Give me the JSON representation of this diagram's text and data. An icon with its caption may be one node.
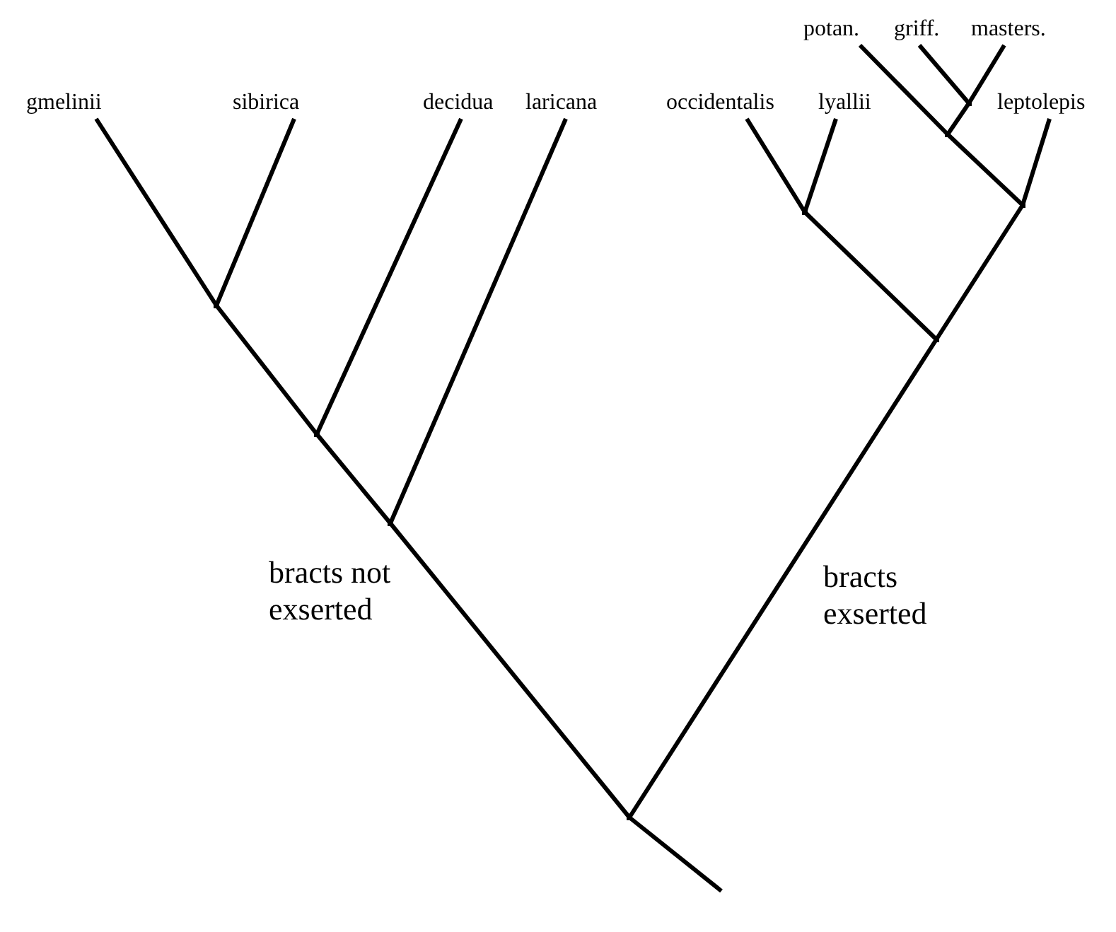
{
  "diagram": {
    "nodes": [
      {
        "text": [
          "potan."
        ]
      },
      {
        "text": [
          "griff."
        ]
      },
      {
        "text": [
          "masters."
        ]
      },
      {
        "text": [
          "gmelinii"
        ]
      },
      {
        "text": [
          "sibirica"
        ]
      },
      {
        "text": [
          "decidua"
        ]
      },
      {
        "text": [
          "laricana"
        ]
      },
      {
        "text": [
          "occidentalis"
        ]
      },
      {
        "text": [
          "lyallii"
        ]
      },
      {
        "text": [
          "leptolepis"
        ]
      },
      {
        "text": [],
        "shape": "point"
      },
      {
        "text": [],
        "shape": "point"
      },
      {
        "text": [],
        "shape": "point"
      },
      {
        "text": [],
        "shape": "point"
      },
      {
        "text": [],
        "shape": "point"
      },
      {
        "text": [],
        "shape": "point"
      },
      {
        "text": [],
        "shape": "point"
      },
      {
        "text": [],
        "shape": "point"
      },
      {
        "text": [],
        "shape": "point"
      }
    ],
    "edges": [
      {
        "from": 3,
        "to": 14,
        "arrow": "none"
      },
      {
        "from": 4,
        "to": 14,
        "arrow": "none"
      },
      {
        "from": 14,
        "to": 16,
        "arrow": "none"
      },
      {
        "from": 5,
        "to": 16,
        "arrow": "none"
      },
      {
        "from": 16,
        "to": 17,
        "arrow": "none"
      },
      {
        "from": 6,
        "to": 17,
        "arrow": "none"
      },
      {
        "from": 17,
        "to": 18,
        "arrow": "none"
      },
      {
        "from": 7,
        "to": 13,
        "arrow": "none"
      },
      {
        "from": 8,
        "to": 13,
        "arrow": "none"
      },
      {
        "from": 13,
        "to": 15,
        "arrow": "none"
      },
      {
        "from": 1,
        "to": 10,
        "arrow": "none"
      },
      {
        "from": 2,
        "to": 10,
        "arrow": "none"
      },
      {
        "from": 10,
        "to": 11,
        "arrow": "none"
      },
      {
        "from": 0,
        "to": 11,
        "arrow": "none"
      },
      {
        "from": 11,
        "to": 12,
        "arrow": "none"
      },
      {
        "from": 9,
        "to": 12,
        "arrow": "none"
      },
      {
        "from": 12,
        "to": 15,
        "arrow": "none"
      },
      {
        "from": 15,
        "to": 18,
        "arrow": "none"
      },
      {
        "from": 18,
        "to": null,
        "arrow": "none"
      }
    ],
    "labels": [
      "bracts not exserted",
      "bracts exserted"
    ]
  }
}
